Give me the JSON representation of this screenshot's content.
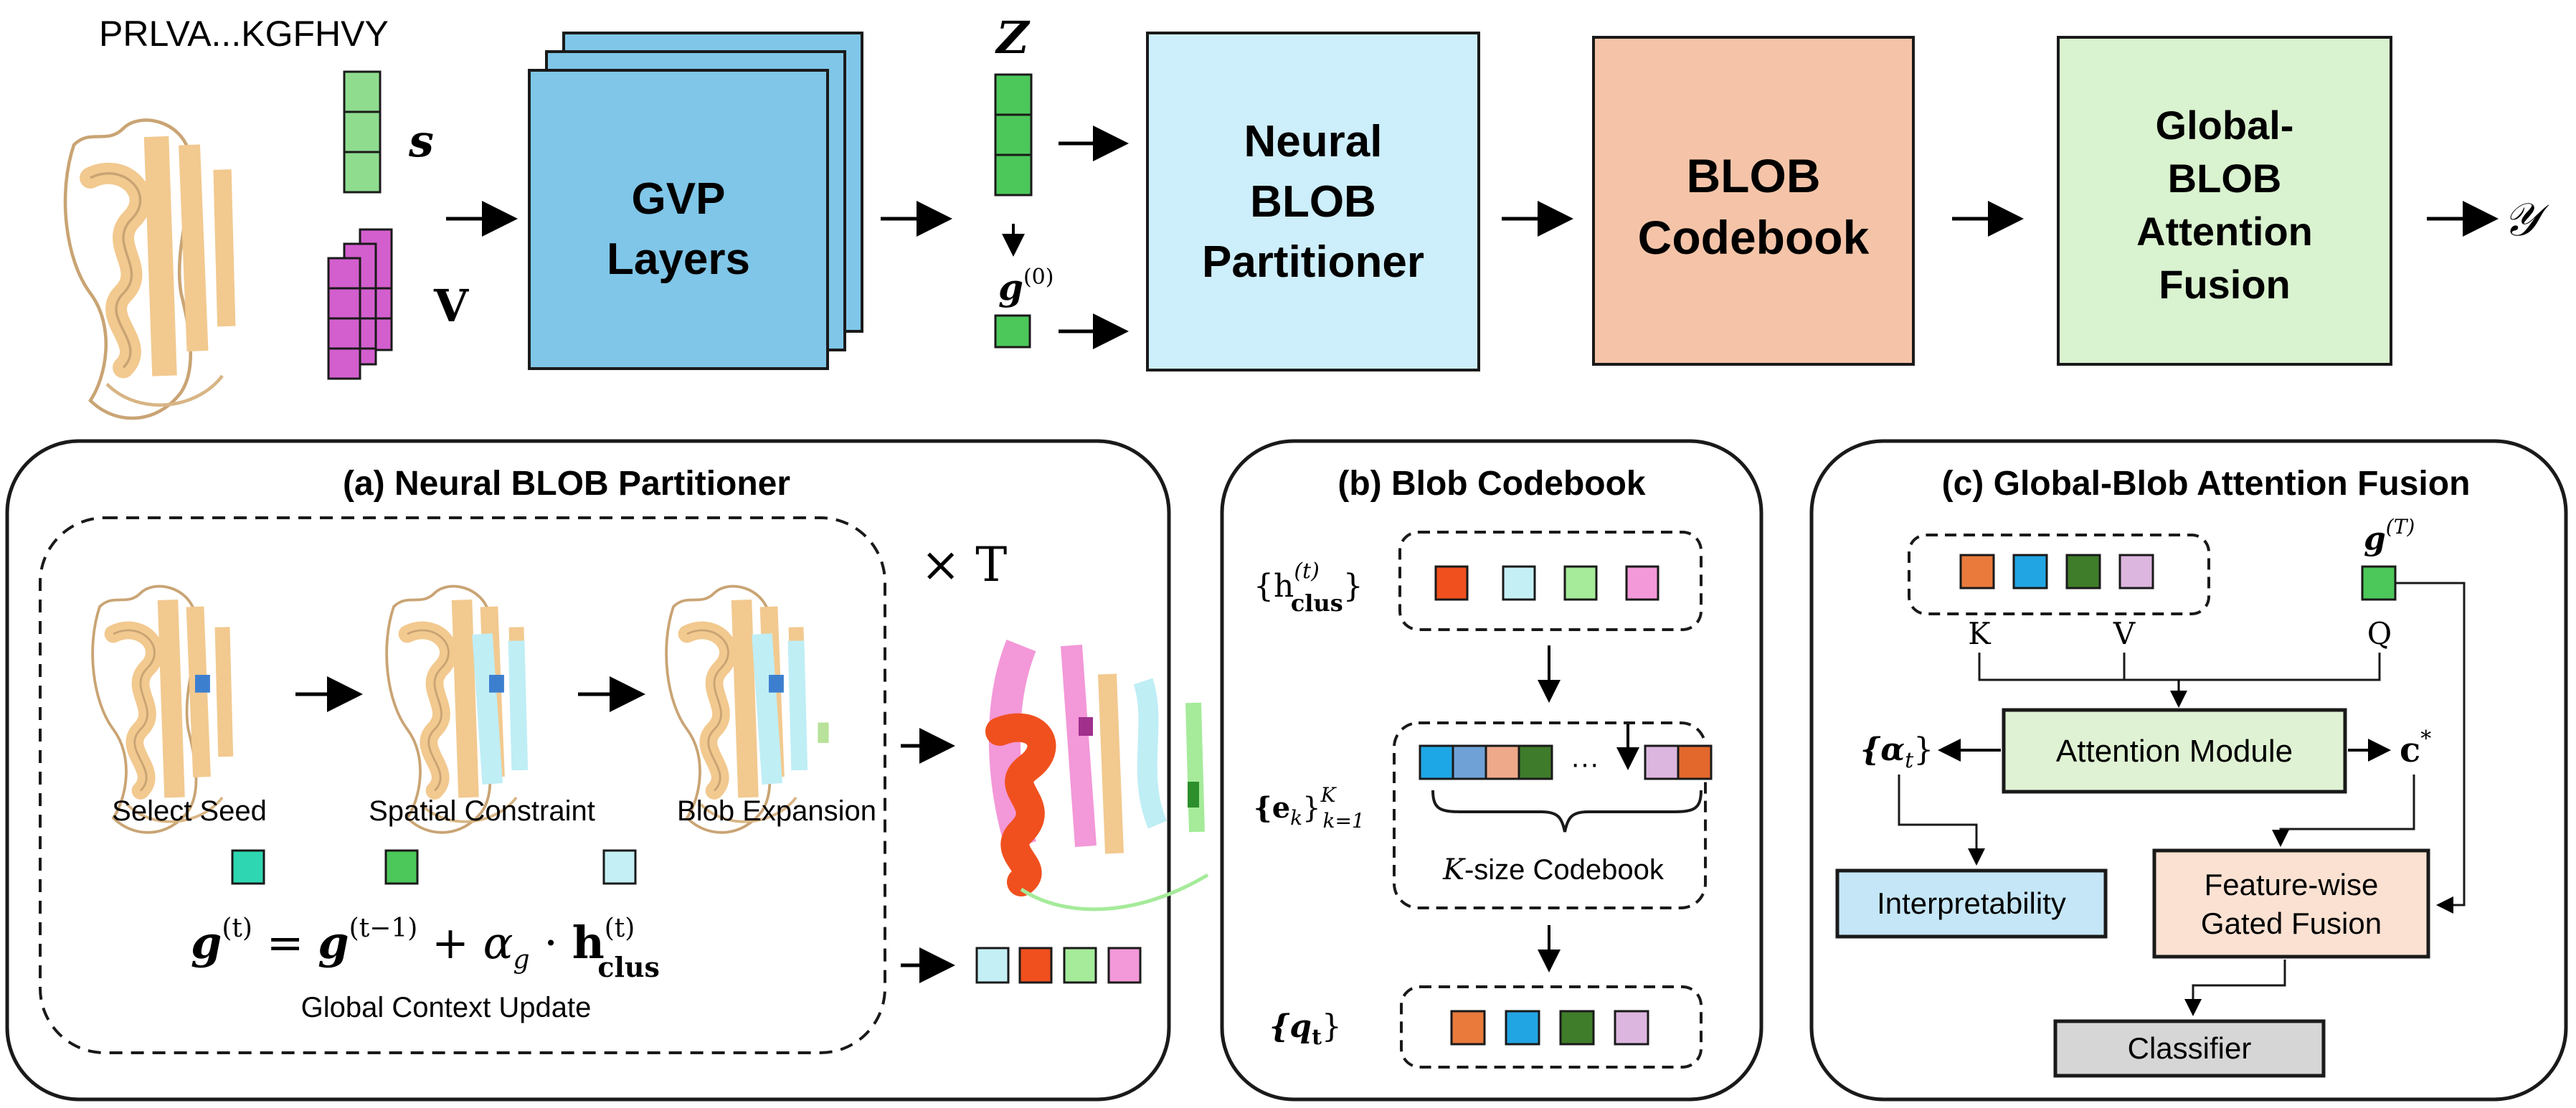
{
  "top": {
    "sequence": "PRLVA...KGFHVY",
    "s_label": "s",
    "v_label": "V",
    "gvp_line1": "GVP",
    "gvp_line2": "Layers",
    "z_label": "Z",
    "g0_base": "g",
    "g0_sup": "(0)",
    "partitioner_line1": "Neural",
    "partitioner_line2": "BLOB",
    "partitioner_line3": "Partitioner",
    "codebook_line1": "BLOB",
    "codebook_line2": "Codebook",
    "fusion_line1": "Global-",
    "fusion_line2": "BLOB",
    "fusion_line3": "Attention",
    "fusion_line4": "Fusion",
    "output": "𝒴"
  },
  "panel_a": {
    "title": "(a) Neural BLOB Partitioner",
    "step1": "Select Seed",
    "step2": "Spatial Constraint",
    "step3": "Blob Expansion",
    "times": "× T",
    "eq_lhs": "g",
    "eq_lhs_sup": "(t)",
    "eq_eq": " = ",
    "eq_g": "g",
    "eq_g_sup": "(t−1)",
    "eq_plus": " + α",
    "eq_alpha_sub": "g",
    "eq_dot": " · ",
    "eq_h": "h",
    "eq_h_sup": "(t)",
    "eq_h_sub": "clus",
    "caption": "Global Context Update"
  },
  "panel_b": {
    "title": "(b) Blob Codebook",
    "h_label": "{h",
    "h_sup": "(t)",
    "h_sub": "clus",
    "h_close": "}",
    "e_label": "{e",
    "e_sub_k": "k",
    "e_close": "}",
    "e_sup": "K",
    "e_sub": "k=1",
    "dots": "···",
    "codebook_caption_k": "K",
    "codebook_caption": "-size Codebook",
    "q_label": "{q",
    "q_sub": "t",
    "q_close": "}"
  },
  "panel_c": {
    "title": "(c) Global-Blob Attention Fusion",
    "gT_base": "g",
    "gT_sup": "(T)",
    "k": "K",
    "v": "V",
    "q": "Q",
    "attention": "Attention Module",
    "alpha_label": "{α",
    "alpha_sub": "t",
    "alpha_close": "}",
    "c_label": "c",
    "c_sup": "*",
    "interpretability": "Interpretability",
    "gated_line1": "Feature-wise",
    "gated_line2": "Gated Fusion",
    "classifier": "Classifier"
  },
  "colors": {
    "gvp": "#7fc6e8",
    "partitioner": "#cdeefb",
    "codebook": "#f5c4a8",
    "fusion": "#d9f2cf",
    "s_green": "#8fdc8f",
    "z_green": "#4cc75a",
    "v_magenta": "#d35fce",
    "protein": "#f2c98f",
    "cyan_blob": "#bfeef5",
    "attention_box": "#dff2d3",
    "interp_box": "#c5e6f6",
    "gated_box": "#fbe1d2",
    "classifier_box": "#d6d6d6",
    "token_orange": "#f0501e",
    "token_cyan": "#c4f0f5",
    "token_green": "#a5eb9a",
    "token_pink": "#f398d8",
    "q_orange": "#e97a3c",
    "q_blue": "#22a5e3",
    "q_darkgreen": "#3f7d2a",
    "q_lilac": "#dcb6de",
    "cb_blue1": "#1ea7e6",
    "cb_blue2": "#6fa1d6",
    "cb_peach": "#eea98a",
    "cb_darkgreen": "#3e7b2a",
    "cb_lilac": "#dcb6de",
    "cb_orange": "#e2682c",
    "seed_teal": "#2ed7b1",
    "seed_green": "#4cc75a",
    "seed_cyan": "#c4f0f5"
  }
}
